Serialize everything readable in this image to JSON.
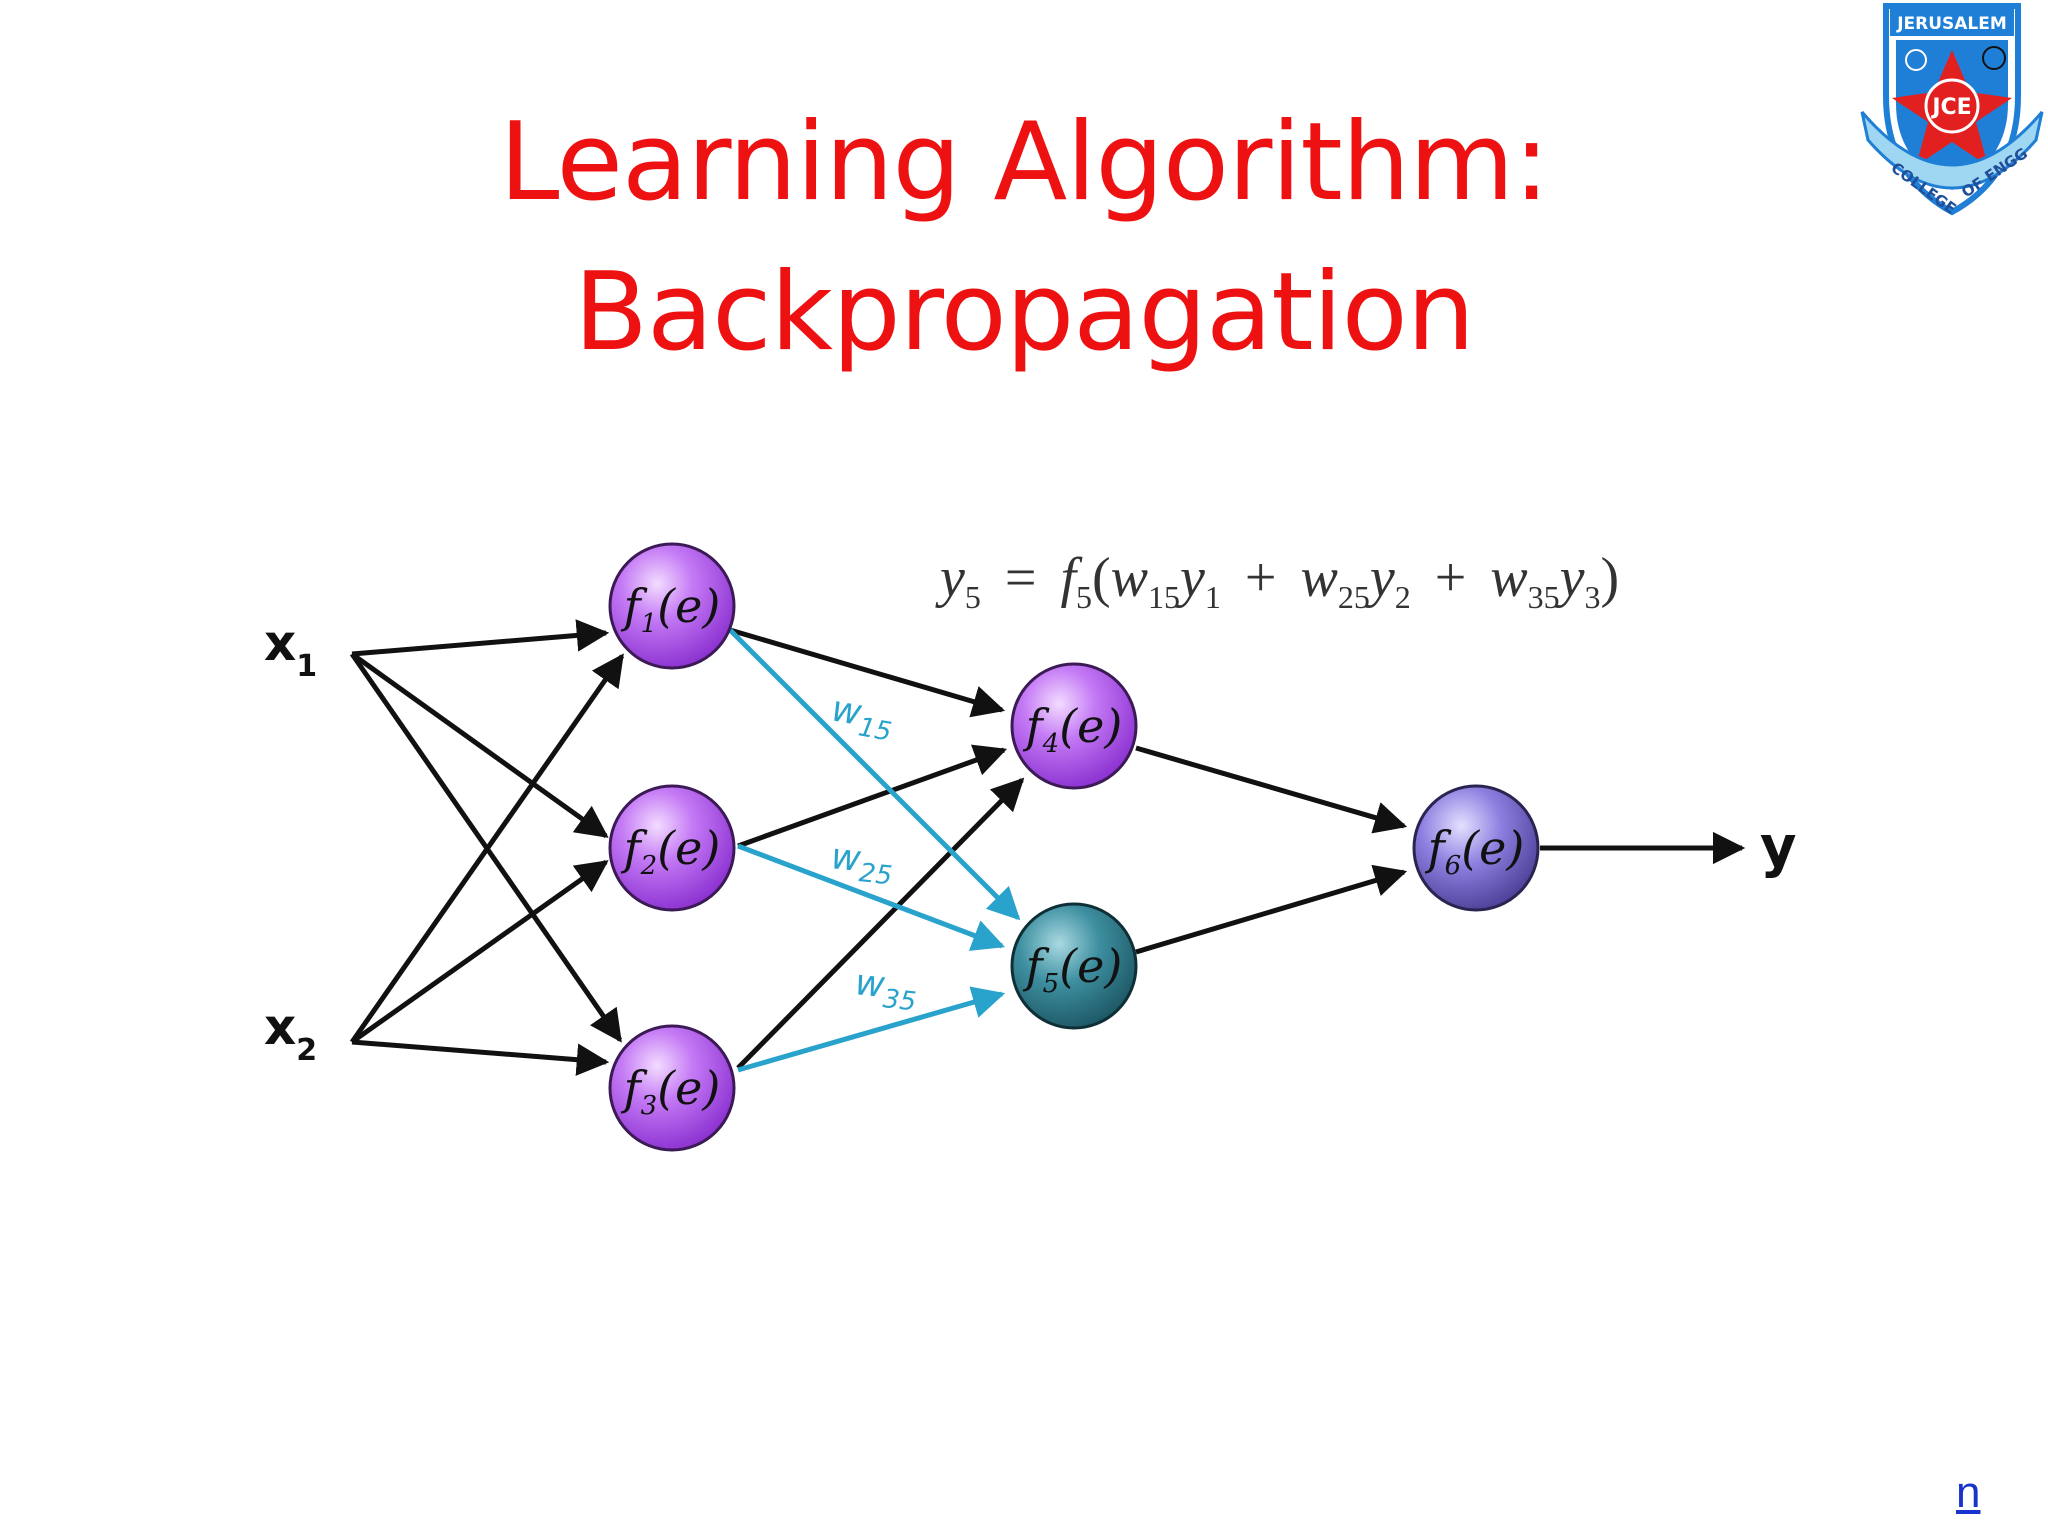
{
  "slide": {
    "title_line1": "Learning Algorithm:",
    "title_line2": "Backpropagation",
    "footer_link": "n"
  },
  "logo": {
    "top_text": "JERUSALEM",
    "center_text": "JCE",
    "ribbon_left": "COLLEGE",
    "ribbon_right": "OF ENGG"
  },
  "diagram": {
    "formula": {
      "lhs": "y",
      "lhs_sub": "5",
      "eq": "=",
      "f": "f",
      "f_sub": "5",
      "w1": "w",
      "w1_sub": "15",
      "y1": "y",
      "y1_sub": "1",
      "plus": "+",
      "w2": "w",
      "w2_sub": "25",
      "y2": "y",
      "y2_sub": "2",
      "w3": "w",
      "w3_sub": "35",
      "y3": "y",
      "y3_sub": "3"
    },
    "inputs": [
      {
        "label": "x",
        "sub": "1"
      },
      {
        "label": "x",
        "sub": "2"
      }
    ],
    "output": "y",
    "neurons": [
      {
        "f": "f",
        "sub": "1",
        "arg": "(e)"
      },
      {
        "f": "f",
        "sub": "2",
        "arg": "(e)"
      },
      {
        "f": "f",
        "sub": "3",
        "arg": "(e)"
      },
      {
        "f": "f",
        "sub": "4",
        "arg": "(e)"
      },
      {
        "f": "f",
        "sub": "5",
        "arg": "(e)"
      },
      {
        "f": "f",
        "sub": "6",
        "arg": "(e)"
      }
    ],
    "weights": [
      {
        "w": "w",
        "sub": "15"
      },
      {
        "w": "w",
        "sub": "25"
      },
      {
        "w": "w",
        "sub": "35"
      }
    ],
    "colors": {
      "title": "#ee1111",
      "edge": "#111111",
      "highlight_edge": "#2aa3cc",
      "purple_neuron": "#b45cf0",
      "teal_neuron": "#2f7d8c",
      "output_neuron": "#8877dd",
      "logo_blue": "#1f7fd6",
      "logo_red": "#e32020"
    }
  }
}
